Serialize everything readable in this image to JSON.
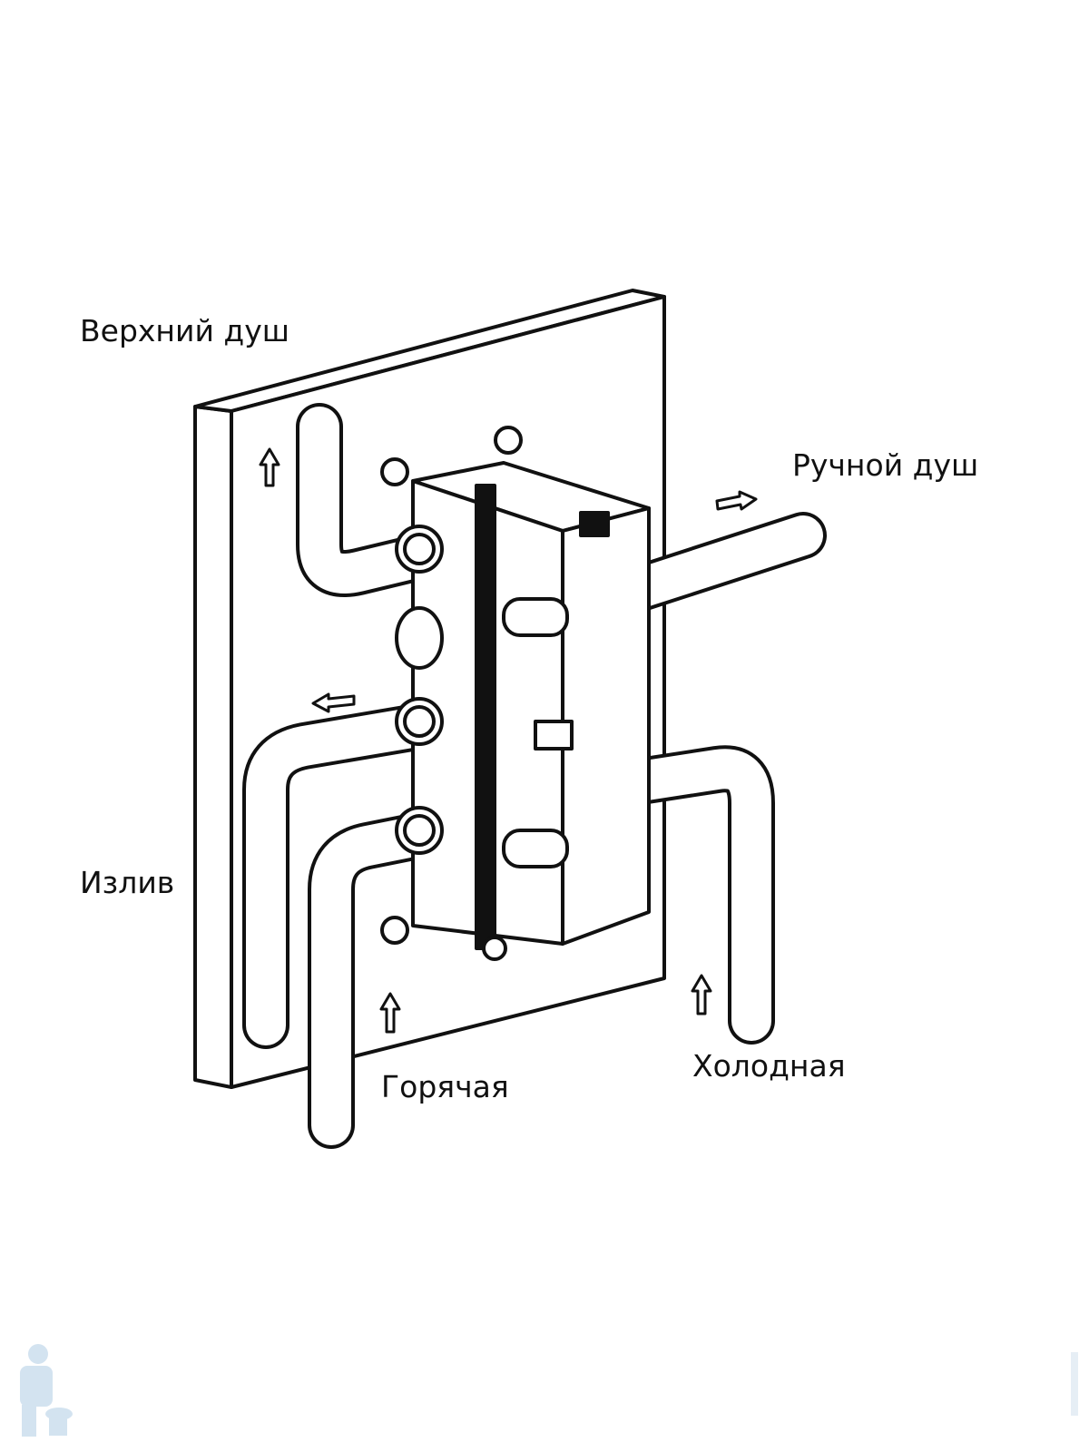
{
  "labels": {
    "top_shower": "Верхний душ",
    "hand_shower": "Ручной душ",
    "spout": "Излив",
    "hot": "Горячая",
    "cold": "Холодная"
  },
  "colors": {
    "line": "#111111",
    "watermark": "#cfe0ef"
  }
}
